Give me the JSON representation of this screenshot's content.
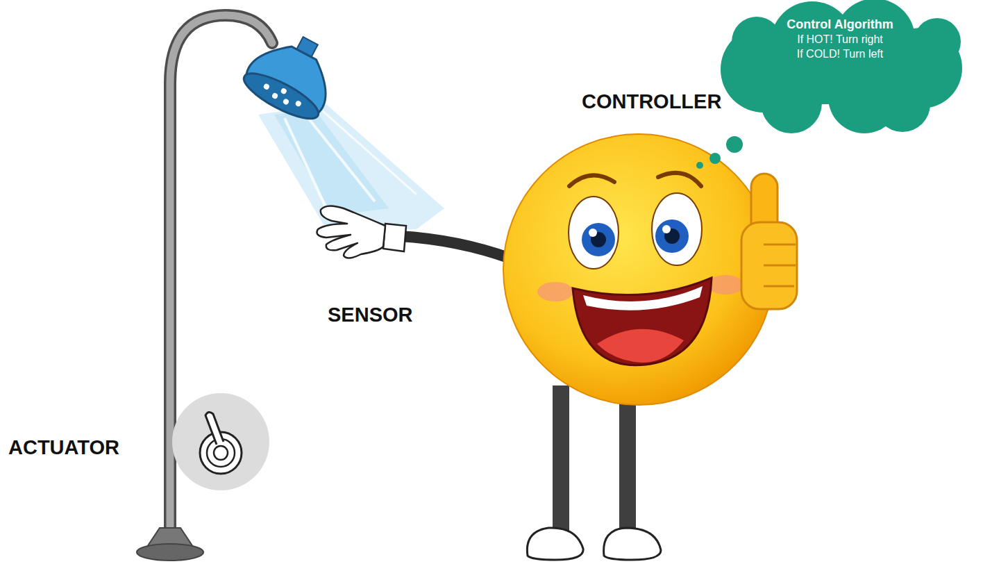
{
  "diagram": {
    "nodes": [
      {
        "text": [
          "Control Algorithm",
          "If HOT! Turn right",
          "If COLD! Turn left"
        ]
      }
    ],
    "labels": [
      "CONTROLLER",
      "SENSOR",
      "ACTUATOR"
    ]
  }
}
